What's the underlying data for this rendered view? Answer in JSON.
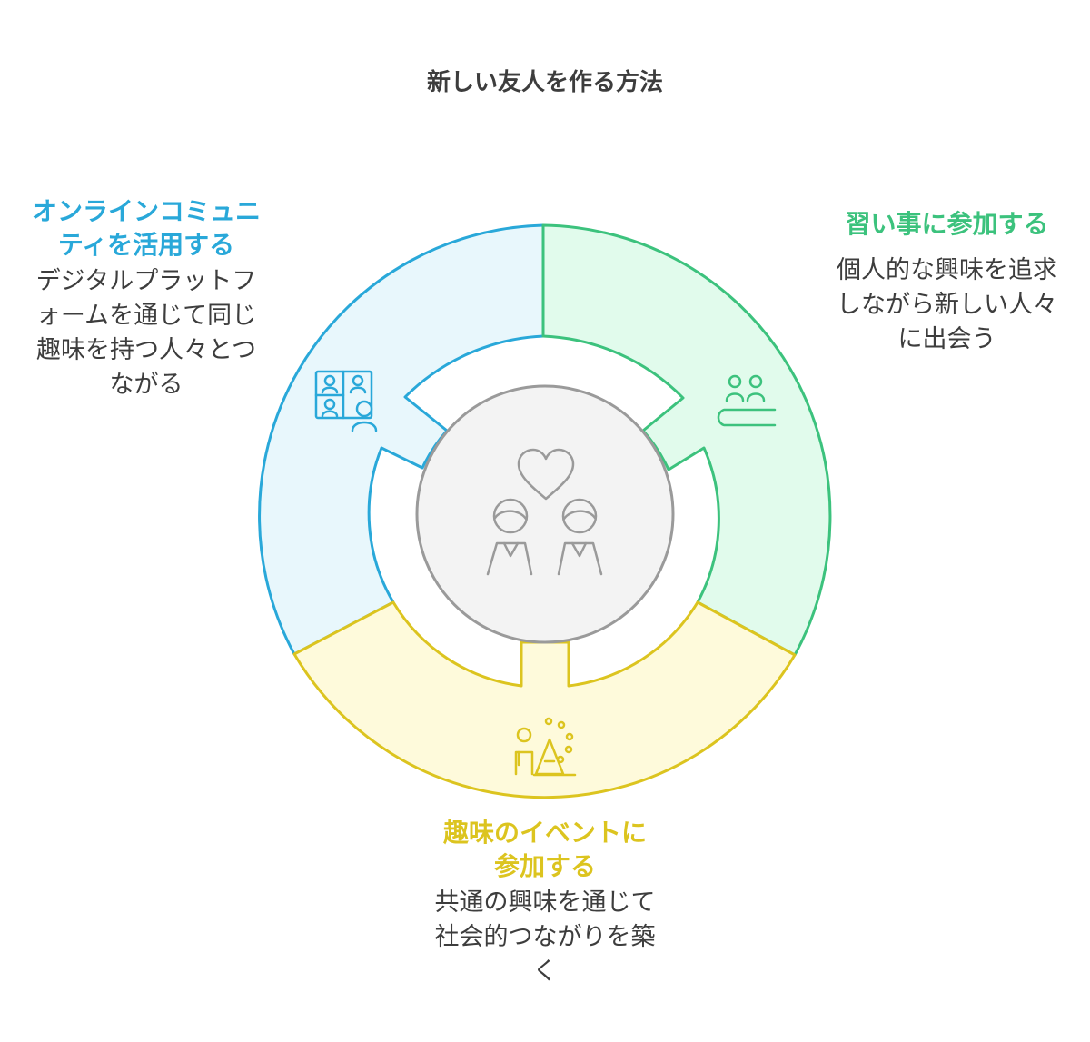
{
  "title": "新しい友人を作る方法",
  "segments": [
    {
      "id": "online",
      "heading": "オンラインコミュニティを活用する",
      "description": "デジタルプラットフォームを通じて同じ趣味を持つ人々とつながる",
      "color": "#29a8d9",
      "fill": "#e8f7fc",
      "icon": "video-call-people-icon"
    },
    {
      "id": "lesson",
      "heading": "習い事に参加する",
      "description": "個人的な興味を追求しながら新しい人々に出会う",
      "color": "#3cc27d",
      "fill": "#e1fbec",
      "icon": "class-audience-icon"
    },
    {
      "id": "event",
      "heading": "趣味のイベントに参加する",
      "description": "共通の興味を通じて社会的つながりを築く",
      "color": "#dcc41f",
      "fill": "#fefadb",
      "icon": "event-people-icon"
    }
  ],
  "center": {
    "icon": "friends-heart-icon",
    "fill": "#f3f3f3",
    "stroke": "#9a9a9a"
  }
}
